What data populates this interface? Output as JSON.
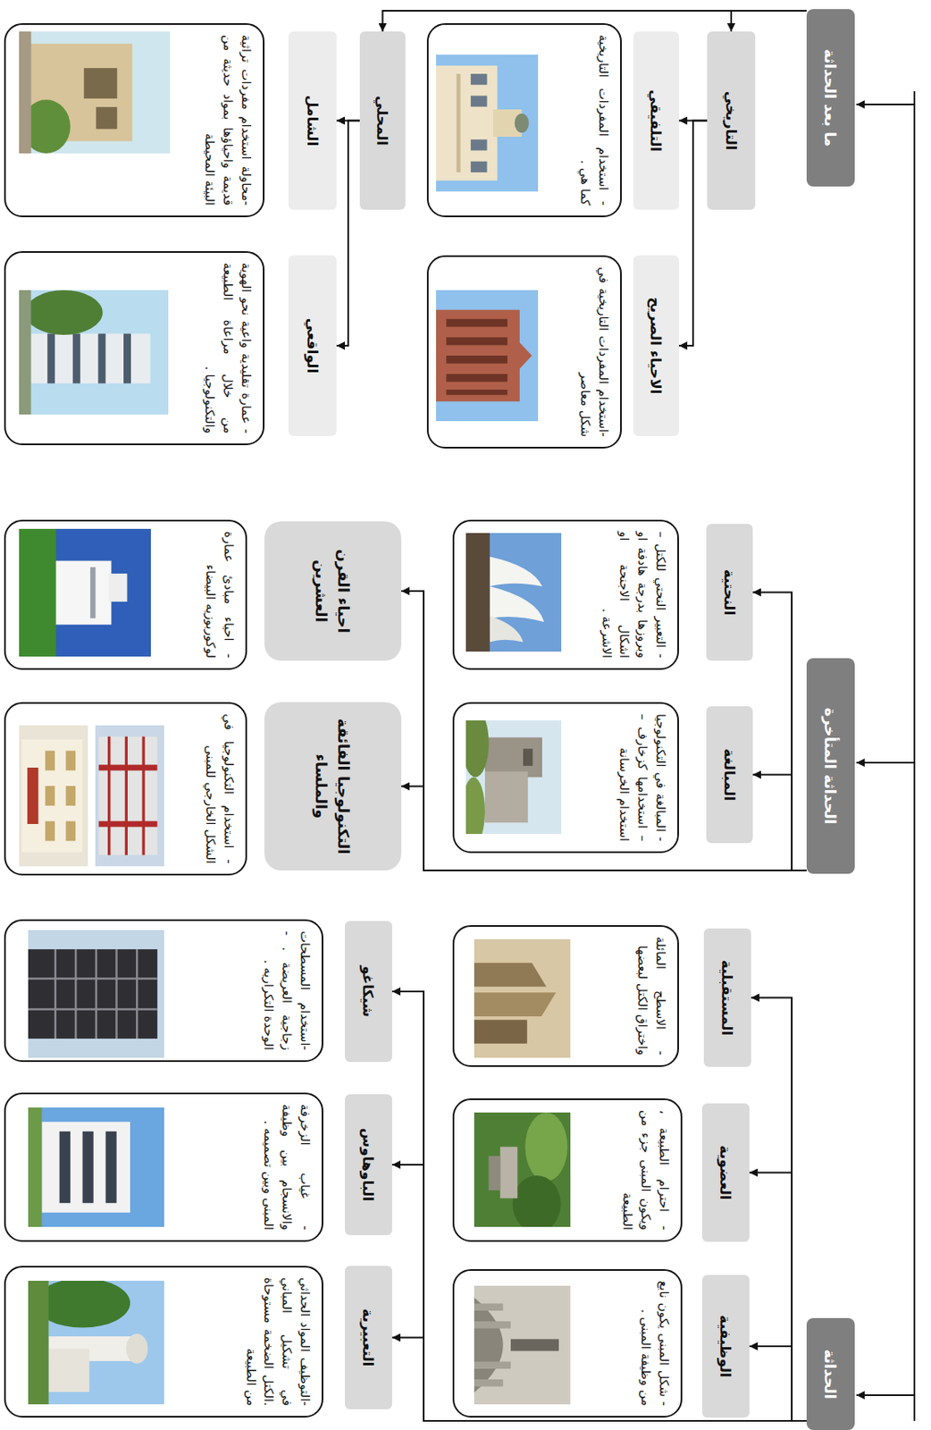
{
  "diagram": {
    "nodes": [
      {
        "text": [
          "الحداثة"
        ]
      },
      {
        "text": [
          "الوظيفية"
        ]
      },
      {
        "text": [
          "- شكل المبنى يكون نابع من وظيفة المبنى ."
        ]
      },
      {
        "text": [
          "العضوية"
        ]
      },
      {
        "text": [
          "- احترام الطبيعة ، ويكون المبنى جزء من الطبيعة"
        ]
      },
      {
        "text": [
          "المستقبلية"
        ]
      },
      {
        "text": [
          "- الاسطح المائلة واختراق الكتل لبعضها"
        ]
      },
      {
        "text": [
          "التعبيرية"
        ]
      },
      {
        "text": [
          "-التوظيف المواد الحداثي في تشكيل المباني .الكتل الضخمة مستوحاة من الطبيعة"
        ]
      },
      {
        "text": [
          "الباوهاوس"
        ]
      },
      {
        "text": [
          "- غياب الزخرفة والانسجام بين وظيفة المبنى وبين تصميمه ."
        ]
      },
      {
        "text": [
          "شيكاغو"
        ]
      },
      {
        "text": [
          "-استخدام المسطحات زجاجية العريضة . - الوحدة التكراريه ."
        ]
      },
      {
        "text": [
          "الحداثة المتأخرة"
        ]
      },
      {
        "text": [
          "المبالغة"
        ]
      },
      {
        "text": [
          "- المبالغة في التكنولوجيا – استخدامها كزخارف – استخدام الخرسانة"
        ]
      },
      {
        "text": [
          "النحتية"
        ]
      },
      {
        "text": [
          "- التعبير النحتي للكتل – وبروزها بدرجة هادفة او اشكال الاجنحة او الاشرعة ."
        ]
      },
      {
        "text": [
          "التكنولوجيا الفائقة والملساء"
        ]
      },
      {
        "text": [
          "- استخدام التكنولوجيا في الشكل الخارجي للمبنى"
        ]
      },
      {
        "text": [
          "احياء القرن العشرين"
        ]
      },
      {
        "text": [
          "- احياء مبادئ عمارة لوكوربوزيه البيضاء"
        ]
      },
      {
        "text": [
          "ما بعد الحداثة"
        ]
      },
      {
        "text": [
          "التاريخي"
        ]
      },
      {
        "text": [
          "الاحياء الصريح"
        ]
      },
      {
        "text": [
          "-استخدام المفردات التاريخية في شكل معاصر"
        ]
      },
      {
        "text": [
          "التلفيقي"
        ]
      },
      {
        "text": [
          "- استخدام المفردات التاريخية كما هي ."
        ]
      },
      {
        "text": [
          "المحلي"
        ]
      },
      {
        "text": [
          "الواقعي"
        ]
      },
      {
        "text": [
          "- عمارة تقليدية واعية نحو الهوية من خلال مراعاة الطبيعة والتكنولوجيا ."
        ]
      },
      {
        "text": [
          "الشامل"
        ]
      },
      {
        "text": [
          "-محاولة استخدام مفردات تراثية قديمة واحياؤها بمواد حديثة من البيئة المحيطة"
        ]
      }
    ],
    "edges": [
      {
        "from": 0,
        "to": 1,
        "arrow": "to"
      },
      {
        "from": 0,
        "to": 3,
        "arrow": "to"
      },
      {
        "from": 0,
        "to": 5,
        "arrow": "to"
      },
      {
        "from": 0,
        "to": 7,
        "arrow": "to"
      },
      {
        "from": 0,
        "to": 9,
        "arrow": "to"
      },
      {
        "from": 0,
        "to": 11,
        "arrow": "to"
      },
      {
        "from": 13,
        "to": 14,
        "arrow": "to"
      },
      {
        "from": 13,
        "to": 16,
        "arrow": "to"
      },
      {
        "from": 13,
        "to": 18,
        "arrow": "to"
      },
      {
        "from": 13,
        "to": 20,
        "arrow": "to"
      },
      {
        "from": 22,
        "to": 23,
        "arrow": "to"
      },
      {
        "from": 22,
        "to": 28,
        "arrow": "to"
      },
      {
        "from": 23,
        "to": 24,
        "arrow": "to"
      },
      {
        "from": 23,
        "to": 26,
        "arrow": "to"
      },
      {
        "from": 28,
        "to": 29,
        "arrow": "to"
      },
      {
        "from": 28,
        "to": 31,
        "arrow": "to"
      }
    ]
  }
}
